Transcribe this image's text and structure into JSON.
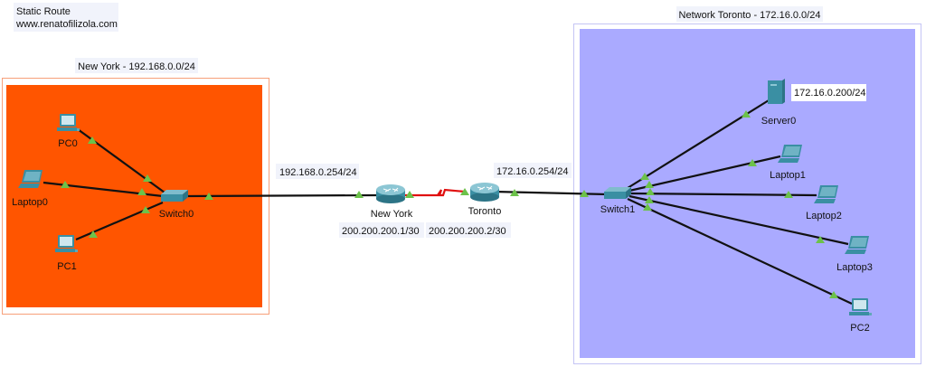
{
  "note": {
    "line1": "Static Route",
    "line2": "www.renatofilizola.com"
  },
  "colors": {
    "new_york_area": "#ff5500",
    "toronto_area": "#aaaaff",
    "link_ok": "#6cc24a",
    "serial_link": "#e01010"
  },
  "new_york": {
    "title": "New York - 192.168.0.0/24",
    "devices": {
      "pc0": "PC0",
      "laptop0": "Laptop0",
      "pc1": "PC1",
      "switch0": "Switch0"
    }
  },
  "wan": {
    "router_ny": "New York",
    "router_toronto": "Toronto",
    "ny_lan_ip": "192.168.0.254/24",
    "ny_wan_ip": "200.200.200.1/30",
    "toronto_wan_ip": "200.200.200.2/30",
    "toronto_lan_ip": "172.16.0.254/24"
  },
  "toronto": {
    "title": "Network Toronto - 172.16.0.0/24",
    "server_ip": "172.16.0.200/24",
    "devices": {
      "server0": "Server0",
      "laptop1": "Laptop1",
      "laptop2": "Laptop2",
      "laptop3": "Laptop3",
      "pc2": "PC2",
      "switch1": "Switch1"
    }
  }
}
